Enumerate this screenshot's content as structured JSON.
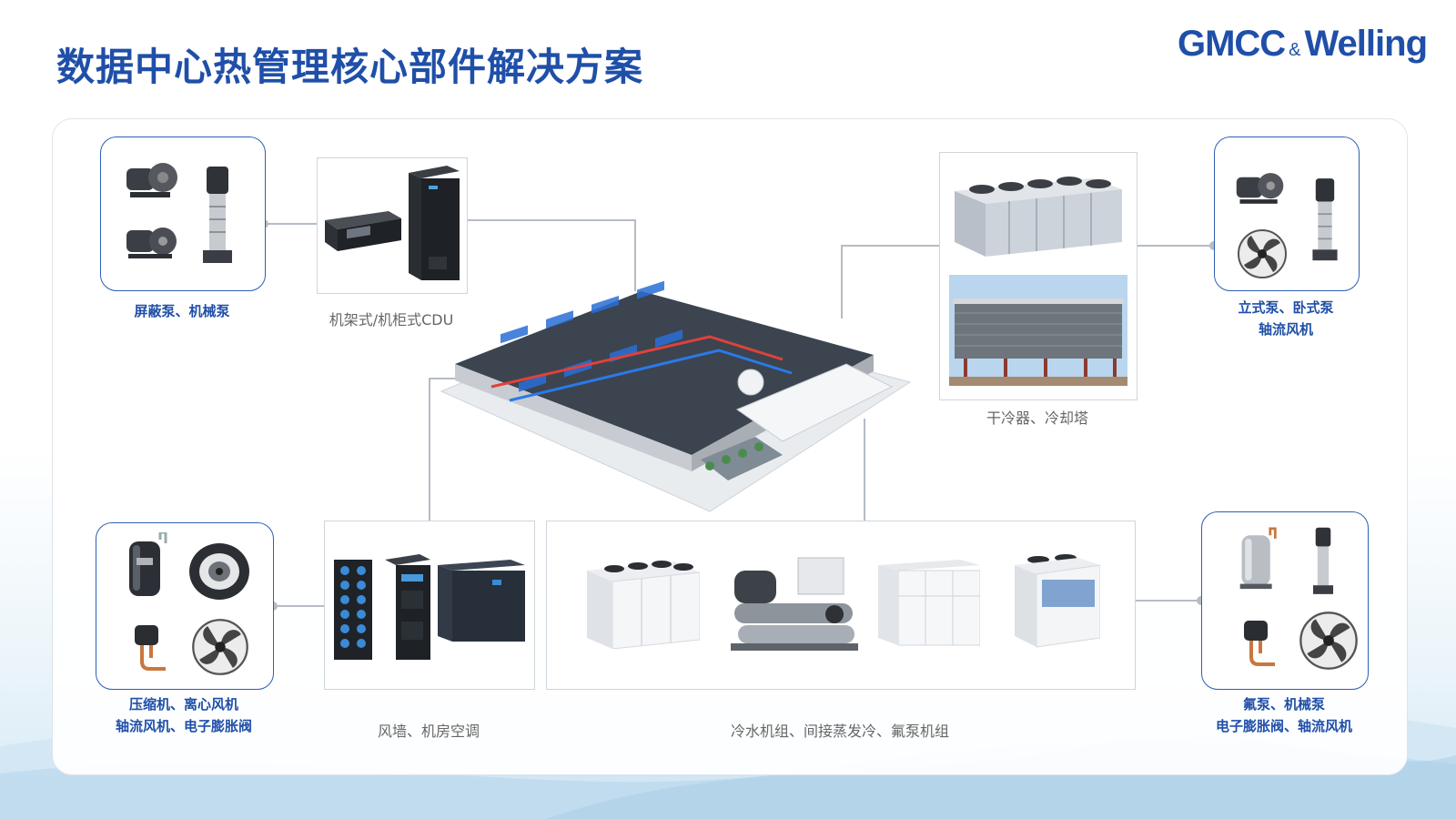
{
  "title": "数据中心热管理核心部件解决方案",
  "logo": {
    "brand1": "GMCC",
    "amp": "&",
    "brand2": "Welling"
  },
  "colors": {
    "accent": "#1f4fa8",
    "border": "#2d5fb5",
    "line": "#b5bcc4"
  },
  "components": {
    "top_left": {
      "line1": "屏蔽泵、机械泵"
    },
    "top_right": {
      "line1": "立式泵、卧式泵",
      "line2": "轴流风机"
    },
    "bottom_left": {
      "line1": "压缩机、离心风机",
      "line2": "轴流风机、电子膨胀阀"
    },
    "bottom_right": {
      "line1": "氟泵、机械泵",
      "line2": "电子膨胀阀、轴流风机"
    }
  },
  "products": {
    "cdu": "机架式/机柜式CDU",
    "dry_cooler": "干冷器、冷却塔",
    "fan_wall": "风墙、机房空调",
    "chiller": "冷水机组、间接蒸发冷、氟泵机组"
  },
  "icons": [
    "centrifugal-pump-icon",
    "vertical-pump-icon",
    "compressor-icon",
    "centrifugal-fan-icon",
    "axial-fan-icon",
    "expansion-valve-icon",
    "cdu-rack-icon",
    "cdu-cabinet-icon",
    "dry-cooler-icon",
    "cooling-tower-icon",
    "fan-wall-icon",
    "crac-unit-icon",
    "chiller-icon",
    "datacenter-building-icon"
  ]
}
